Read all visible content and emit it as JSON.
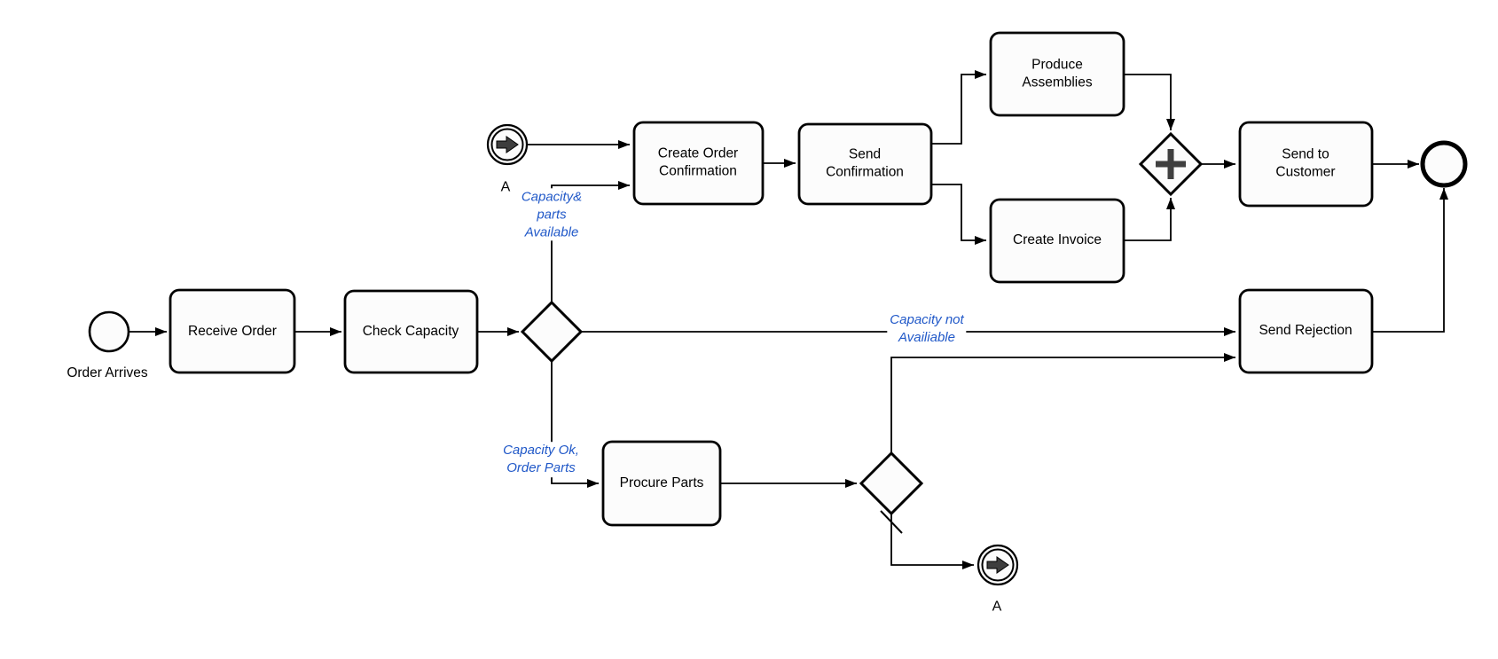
{
  "diagram": {
    "type": "bpmn-process-flowchart",
    "colors": {
      "node_stroke": "#000000",
      "node_fill": "#FCFCFC",
      "edge_label_color": "#2058C8",
      "gateway_plus_color": "#3F3F3F"
    },
    "nodes": {
      "order_arrives": "Order Arrives",
      "receive_order": "Receive Order",
      "check_capacity": "Check Capacity",
      "create_order_confirmation": "Create Order\nConfirmation",
      "send_confirmation": "Send\nConfirmation",
      "produce_assemblies": "Produce\nAssemblies",
      "create_invoice": "Create Invoice",
      "send_to_customer": "Send to\nCustomer",
      "send_rejection": "Send Rejection",
      "procure_parts": "Procure Parts",
      "link_event_top_label": "A",
      "link_event_bottom_label": "A"
    },
    "edge_labels": {
      "capacity_parts_available": "Capacity&\nparts\nAvailable",
      "capacity_not_available": "Capacity not\nAvailiable",
      "capacity_ok_order_parts": "Capacity Ok,\nOrder Parts"
    }
  }
}
